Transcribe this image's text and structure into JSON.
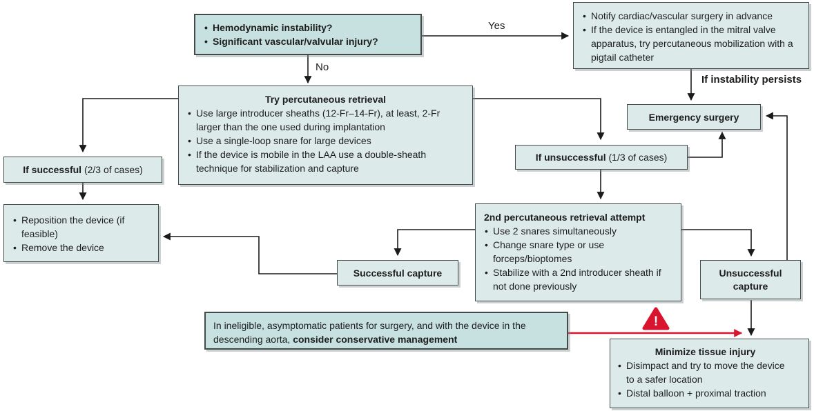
{
  "diagram": {
    "labels": {
      "yes": "Yes",
      "no": "No",
      "instability": "If instability persists"
    },
    "warning_glyph": "!",
    "colors": {
      "box_fill_light": "#dcebe9",
      "box_fill_dark": "#c7e1e0",
      "border": "#424a4a",
      "arrow_black": "#1b1b1b",
      "warning_red": "#d8142f"
    },
    "boxes": {
      "question": {
        "bullets": [
          "Hemodynamic instability?",
          "Significant vascular/valvular injury?"
        ]
      },
      "notify": {
        "bullets": [
          "Notify cardiac/vascular surgery in advance",
          "If the device is entangled in the mitral valve apparatus, try percutaneous mobilization with a pigtail catheter"
        ]
      },
      "try_retrieval": {
        "title": "Try percutaneous retrieval",
        "bullets": [
          "Use large introducer sheaths (12-Fr–14-Fr), at least, 2-Fr larger than the one used during implantation",
          "Use a single-loop snare for large devices",
          "If the device is mobile in the LAA use a double-sheath technique for stabilization and capture"
        ]
      },
      "if_successful": {
        "bold": "If successful",
        "rest": " (2/3 of cases)"
      },
      "emergency": {
        "label": "Emergency surgery"
      },
      "if_unsuccessful": {
        "bold": "If unsuccessful",
        "rest": " (1/3 of cases)"
      },
      "reposition": {
        "bullets": [
          "Reposition the device (if feasible)",
          "Remove the device"
        ]
      },
      "second_attempt": {
        "title": "2nd percutaneous retrieval attempt",
        "bullets": [
          "Use 2 snares simultaneously",
          "Change snare type or use forceps/bioptomes",
          "Stabilize with a 2nd introducer sheath if not done previously"
        ]
      },
      "successful_capture": {
        "label": "Successful capture"
      },
      "unsuccessful_capture": {
        "label": "Unsuccessful capture"
      },
      "conservative": {
        "text_regular": "In ineligible, asymptomatic patients for surgery, and with the device in the descending aorta, ",
        "text_bold": "consider conservative management"
      },
      "minimize": {
        "title": "Minimize tissue injury",
        "bullets": [
          "Disimpact and try to move the device to a safer location",
          "Distal balloon + proximal traction"
        ]
      }
    }
  }
}
